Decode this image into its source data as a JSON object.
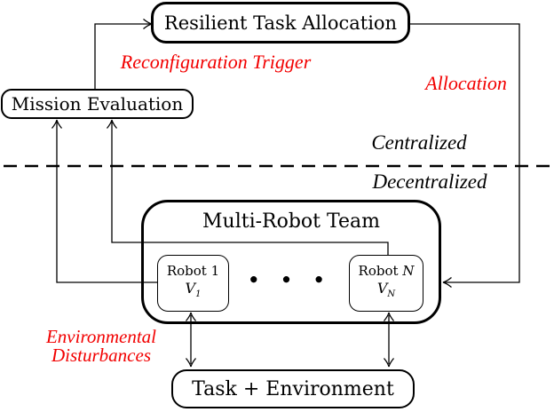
{
  "colors": {
    "accent_red": "#f20000",
    "line_black": "#000000",
    "background": "#ffffff"
  },
  "nodes": {
    "resilient_task_allocation": {
      "label": "Resilient Task Allocation"
    },
    "mission_evaluation": {
      "label": "Mission Evaluation"
    },
    "multi_robot_team": {
      "label": "Multi-Robot Team"
    },
    "robot_1": {
      "title": "Robot 1",
      "var": "V",
      "var_sub": "1"
    },
    "robot_n": {
      "title_prefix": "Robot ",
      "title_var": "N",
      "var": "V",
      "var_sub": "N"
    },
    "task_environment": {
      "label": "Task + Environment"
    },
    "ellipsis": "• • •"
  },
  "edge_labels": {
    "reconfiguration_trigger": "Reconfiguration Trigger",
    "allocation": "Allocation",
    "environmental_disturbances_line1": "Environmental",
    "environmental_disturbances_line2": "Disturbances"
  },
  "region_labels": {
    "centralized": "Centralized",
    "decentralized": "Decentralized"
  }
}
